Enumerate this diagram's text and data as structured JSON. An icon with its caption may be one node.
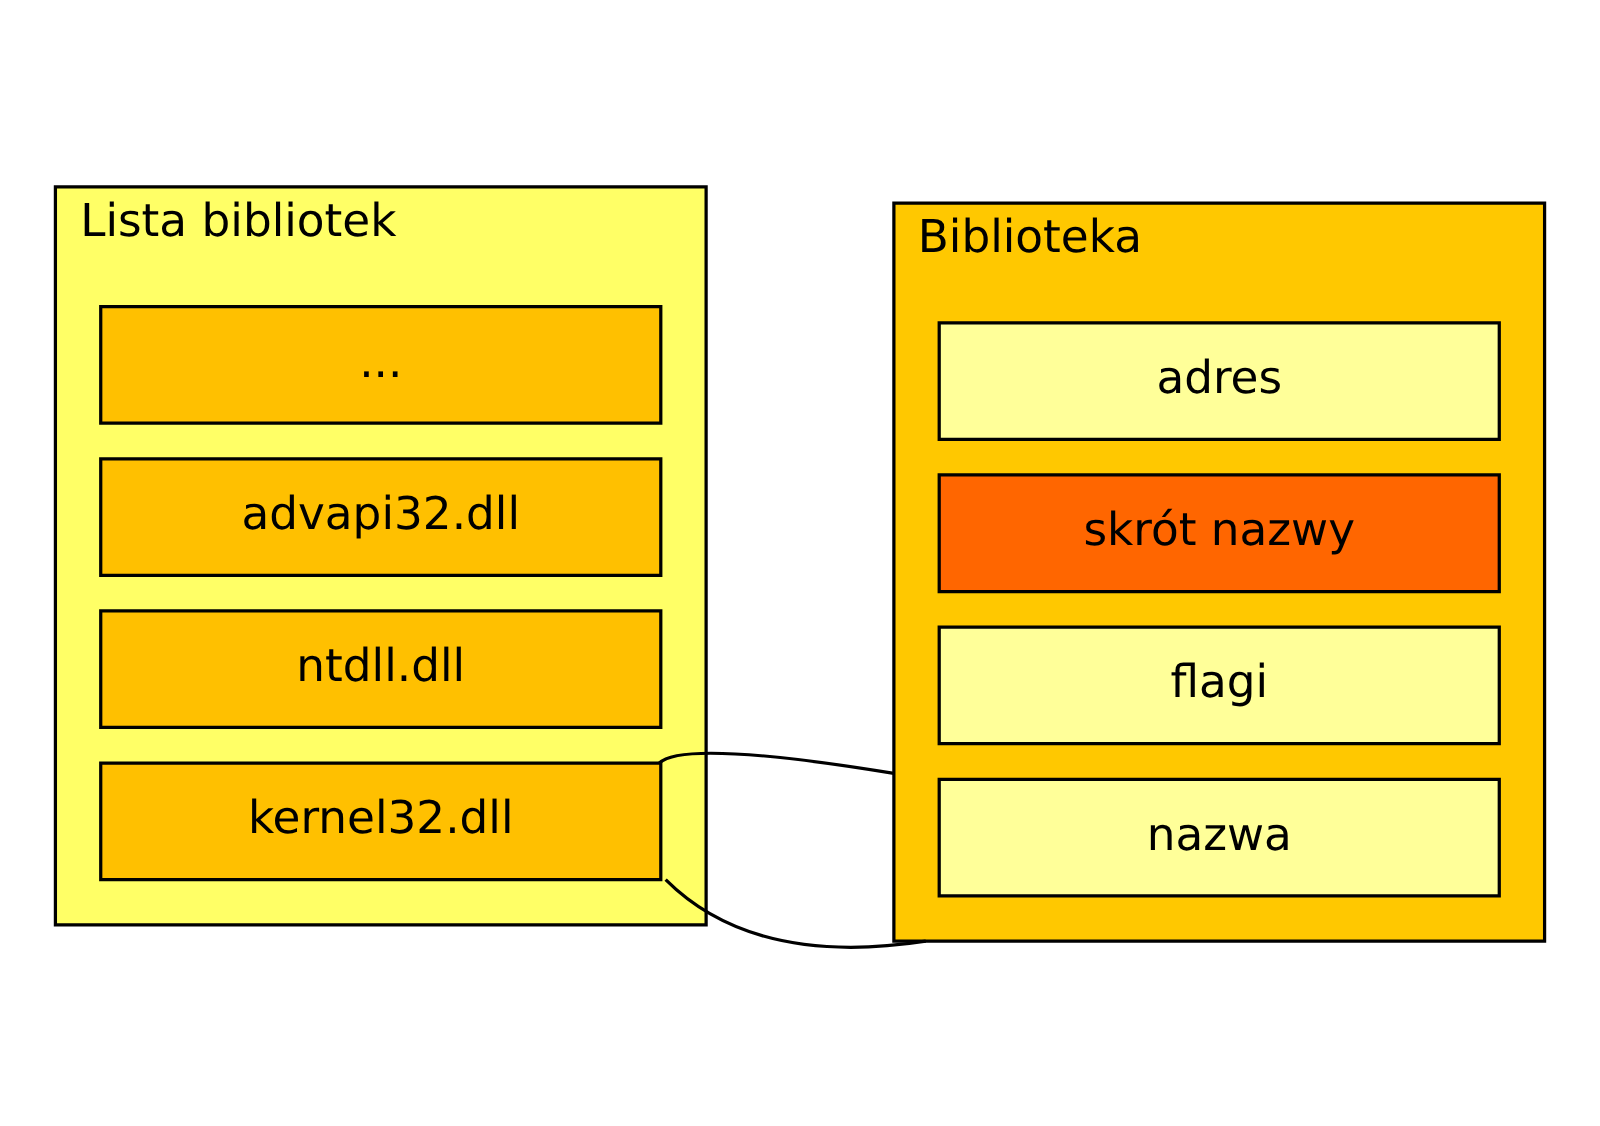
{
  "diagram": {
    "nodes": [
      {
        "text": [
          "Lista bibliotek"
        ]
      },
      {
        "text": [
          "kernel32.dll"
        ],
        "in": 0
      },
      {
        "text": [
          "ntdll.dll"
        ],
        "in": 0
      },
      {
        "text": [
          "advapi32.dll"
        ],
        "in": 0
      },
      {
        "text": [
          "..."
        ],
        "in": 0
      },
      {
        "text": [
          "Biblioteka"
        ]
      },
      {
        "text": [
          "nazwa"
        ],
        "in": 5
      },
      {
        "text": [
          "flagi"
        ],
        "in": 5
      },
      {
        "text": [
          "skrót nazwy"
        ],
        "in": 5
      },
      {
        "text": [
          "adres"
        ],
        "in": 5
      }
    ],
    "edges": [
      {
        "from": 1,
        "to": 5,
        "arrow": "none"
      },
      {
        "from": 1,
        "to": 5,
        "arrow": "none"
      }
    ]
  }
}
